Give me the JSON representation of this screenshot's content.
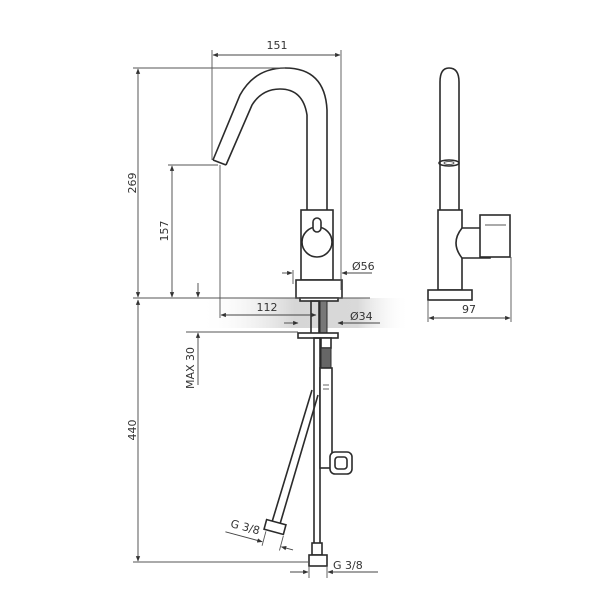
{
  "drawing": {
    "title": "Faucet technical dimension drawing",
    "views": [
      "front-view",
      "side-view",
      "under-counter-installation"
    ],
    "colors": {
      "line": "#2b2b2b",
      "dimension": "#444444",
      "counter_gradient": "#d9d9d9"
    }
  },
  "dimensions": {
    "spout_reach_width": "151",
    "total_height": "269",
    "spout_outlet_height": "157",
    "base_diameter": "Ø56",
    "spout_offset": "112",
    "mount_hole_diameter": "Ø34",
    "max_counter_thickness": "MAX 30",
    "under_counter_length": "440",
    "side_view_depth": "97",
    "hose_connection_left": "G 3/8",
    "hose_connection_right": "G 3/8"
  }
}
